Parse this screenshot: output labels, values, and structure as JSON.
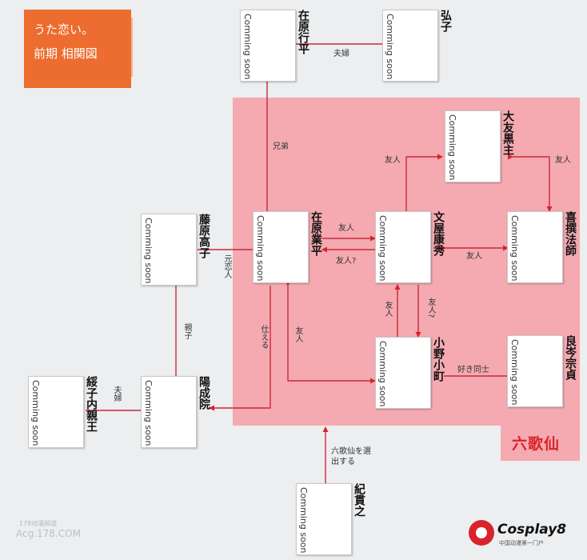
{
  "title": {
    "line1": "うた恋い。",
    "line2": "前期 相関図"
  },
  "group_label": "六歌仙",
  "placeholder_text": "Comming soon",
  "characters": {
    "yukihira": "在原行平",
    "hiroko": "弘子",
    "kuronushi": "大友黒主",
    "narihira": "在原業平",
    "yasuhide": "文屋康秀",
    "kisen": "喜撰法師",
    "takaiko": "藤原高子",
    "komachi": "小野小町",
    "sojo": "良岑宗貞",
    "kaishi": "綏子内親王",
    "yozei": "陽成院",
    "tsurayuki": "紀貫之"
  },
  "relations": {
    "yukihira_hiroko": "夫婦",
    "yukihira_narihira": "兄弟",
    "yasuhide_kuronushi": "友人",
    "kuronushi_kisen": "友人",
    "narihira_to_yasuhide": "友人",
    "yasuhide_to_narihira": "友人?",
    "yasuhide_kisen": "友人",
    "takaiko_narihira": "元恋人",
    "takaiko_yozei": "親子",
    "narihira_yozei": "仕える",
    "narihira_komachi": "友人",
    "komachi_to_yasuhide": "友人",
    "yasuhide_to_komachi": "友人?",
    "komachi_sojo": "好き同士",
    "kaishi_yozei": "夫婦",
    "tsurayuki_rokkasen": "六歌仙を選出する"
  },
  "watermark": {
    "line1": "178动漫频道",
    "line2": "Acg.178.COM"
  },
  "logo": {
    "text": "Cosplay8",
    "subtitle": "中国动漫第一门户"
  },
  "colors": {
    "accent": "#ed6c2f",
    "group_fill": "#f4aab0",
    "arrow": "#d8232a",
    "line": "#c9283a"
  }
}
